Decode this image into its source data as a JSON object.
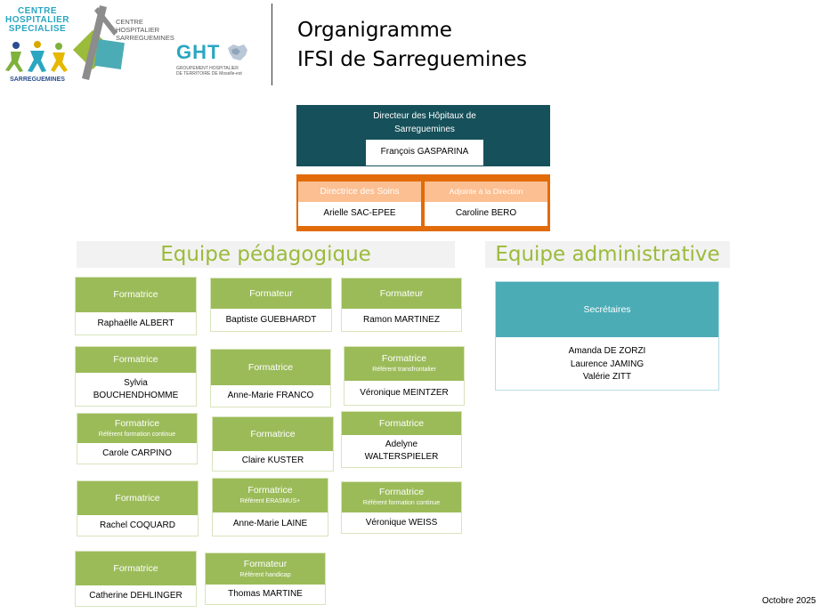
{
  "header": {
    "logo_chs": {
      "line1": "CENTRE",
      "line2": "HOSPITALIER",
      "line3": "SPECIALISE",
      "bottom": "SARREGUEMINES"
    },
    "logo_ch": {
      "line1": "CENTRE",
      "line2": "HOSPITALIER",
      "line3": "SARREGUEMINES"
    },
    "logo_ght": {
      "big": "GHT",
      "line1": "GROUPEMENT HOSPITALIER",
      "line2": "DE TERRITOIRE DE Moselle-est"
    },
    "title": "Organigramme",
    "subtitle": "IFSI de Sarreguemines"
  },
  "direction": {
    "director": {
      "role": "Directeur des Hôpitaux de Sarreguemines",
      "name": "François GASPARINA"
    },
    "soins": {
      "role": "Directrice des Soins",
      "name": "Arielle SAC-EPEE"
    },
    "adjointe": {
      "role": "Adjointe à la Direction",
      "name": "Caroline BERO"
    }
  },
  "sections": {
    "pedagogique": "Equipe pédagogique",
    "administrative": "Equipe administrative"
  },
  "staff": [
    {
      "role": "Formatrice",
      "sub": "",
      "name": "Raphaëlle ALBERT"
    },
    {
      "role": "Formateur",
      "sub": "",
      "name": "Baptiste GUEBHARDT"
    },
    {
      "role": "Formateur",
      "sub": "",
      "name": "Ramon MARTINEZ"
    },
    {
      "role": "Formatrice",
      "sub": "",
      "name": "Sylvia BOUCHENDHOMME"
    },
    {
      "role": "Formatrice",
      "sub": "",
      "name": "Anne-Marie FRANCO"
    },
    {
      "role": "Formatrice",
      "sub": "Référent transfrontalier",
      "name": "Véronique MEINTZER"
    },
    {
      "role": "Formatrice",
      "sub": "Référent formation continue",
      "name": "Carole CARPINO"
    },
    {
      "role": "Formatrice",
      "sub": "",
      "name": "Claire KUSTER"
    },
    {
      "role": "Formatrice",
      "sub": "",
      "name": "Adelyne WALTERSPIELER"
    },
    {
      "role": "Formatrice",
      "sub": "",
      "name": "Rachel COQUARD"
    },
    {
      "role": "Formatrice",
      "sub": "Référent ERASMUS+",
      "name": "Anne-Marie LAINE"
    },
    {
      "role": "Formatrice",
      "sub": "Référent formation continue",
      "name": "Véronique WEISS"
    },
    {
      "role": "Formatrice",
      "sub": "",
      "name": "Catherine DEHLINGER"
    },
    {
      "role": "Formateur",
      "sub": "Référent handicap",
      "name": "Thomas MARTINE"
    }
  ],
  "secretariat": {
    "role": "Secrétaires",
    "names": [
      "Amanda DE ZORZI",
      "Laurence JAMING",
      "Valérie ZITT"
    ]
  },
  "footer": {
    "date": "Octobre 2025"
  },
  "colors": {
    "director": "#16505a",
    "soins": "#e26b0a",
    "soins_head": "#fbbf92",
    "staff_head": "#9bbb59",
    "banner_text": "#9bbb3b",
    "secretariat": "#4bacb6"
  }
}
